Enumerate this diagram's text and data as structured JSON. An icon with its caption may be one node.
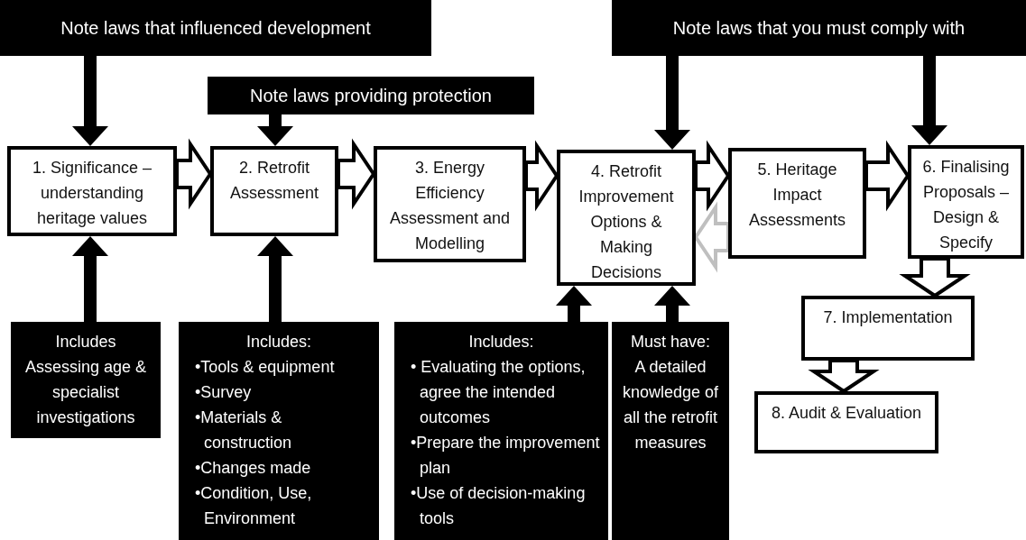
{
  "diagram": {
    "nodes": [
      {
        "text": [
          "Note laws that influenced development"
        ]
      },
      {
        "text": [
          "Note laws providing protection"
        ]
      },
      {
        "text": [
          "Note laws that you must comply with"
        ]
      },
      {
        "text": [
          "1. Significance – understanding heritage values"
        ]
      },
      {
        "text": [
          "2. Retrofit Assessment"
        ]
      },
      {
        "text": [
          "3. Energy Efficiency Assessment and Modelling"
        ]
      },
      {
        "text": [
          "4. Retrofit Improvement Options  & Making Decisions"
        ]
      },
      {
        "text": [
          "5. Heritage Impact Assessments"
        ]
      },
      {
        "text": [
          "6. Finalising Proposals – Design & Specify"
        ]
      },
      {
        "text": [
          "7. Implementation"
        ]
      },
      {
        "text": [
          "8. Audit & Evaluation"
        ]
      },
      {
        "text": [
          "Includes",
          "Assessing age & specialist investigations"
        ]
      },
      {
        "text": [
          "Includes:",
          "•Tools & equipment",
          "•Survey",
          "•Materials & construction",
          "•Changes made",
          "•Condition, Use, Environment"
        ]
      },
      {
        "text": [
          "Includes:",
          "• Evaluating the options, agree the intended outcomes",
          "•Prepare the improvement plan",
          "•Use of decision-making tools"
        ]
      },
      {
        "text": [
          "Must have:",
          "A detailed knowledge of all the retrofit measures"
        ]
      }
    ],
    "edges": [
      {
        "from": 0,
        "to": 3,
        "arrow": "to",
        "style": "thick"
      },
      {
        "from": 1,
        "to": 4,
        "arrow": "to",
        "style": "thick"
      },
      {
        "from": 2,
        "to": 6,
        "arrow": "to",
        "style": "thick"
      },
      {
        "from": 2,
        "to": 8,
        "arrow": "to",
        "style": "thick"
      },
      {
        "from": 3,
        "to": 4,
        "arrow": "to"
      },
      {
        "from": 4,
        "to": 5,
        "arrow": "to"
      },
      {
        "from": 5,
        "to": 6,
        "arrow": "to"
      },
      {
        "from": 6,
        "to": 7,
        "arrow": "to"
      },
      {
        "from": 7,
        "to": 6,
        "arrow": "to",
        "color": "#bfbfbf"
      },
      {
        "from": 7,
        "to": 8,
        "arrow": "to"
      },
      {
        "from": 8,
        "to": 9,
        "arrow": "to"
      },
      {
        "from": 9,
        "to": 10,
        "arrow": "to"
      },
      {
        "from": 11,
        "to": 3,
        "arrow": "to",
        "style": "thick"
      },
      {
        "from": 12,
        "to": 4,
        "arrow": "to",
        "style": "thick"
      },
      {
        "from": 13,
        "to": 6,
        "arrow": "to",
        "style": "thick"
      },
      {
        "from": 14,
        "to": 6,
        "arrow": "to",
        "style": "thick"
      }
    ]
  }
}
